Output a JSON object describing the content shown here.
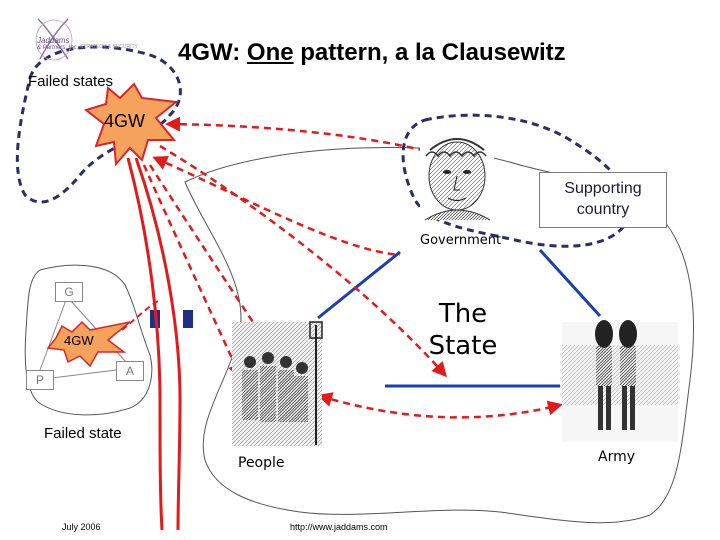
{
  "header": {
    "title_prefix": "4GW:",
    "title_emphasis": "One",
    "title_suffix": "pattern, a la Clausewitz"
  },
  "logo": {
    "name": "Jaddams",
    "subtitle": "& Partners, Inc.",
    "tagline": "STRATEGY & SECURITY"
  },
  "diagram": {
    "failed_states_label": "Failed states",
    "fourgw_main_label": "4GW",
    "supporting_country_line1": "Supporting",
    "supporting_country_line2": "country",
    "government_label": "Government",
    "the_state_line1": "The",
    "the_state_line2": "State",
    "fourgw_small_label": "4GW",
    "box_g": "G",
    "box_a": "A",
    "box_p": "P",
    "failed_state_label": "Failed state",
    "people_label": "People",
    "army_label": "Army",
    "colors": {
      "attack_red": "#e11b1b",
      "star_orange": "#f5a25d",
      "dash_navy": "#2b2d6b",
      "trinity_blue": "#1c3fb0",
      "outline": "#555555"
    }
  },
  "footer": {
    "date": "July 2006",
    "url": "http://www.jaddams.com"
  }
}
